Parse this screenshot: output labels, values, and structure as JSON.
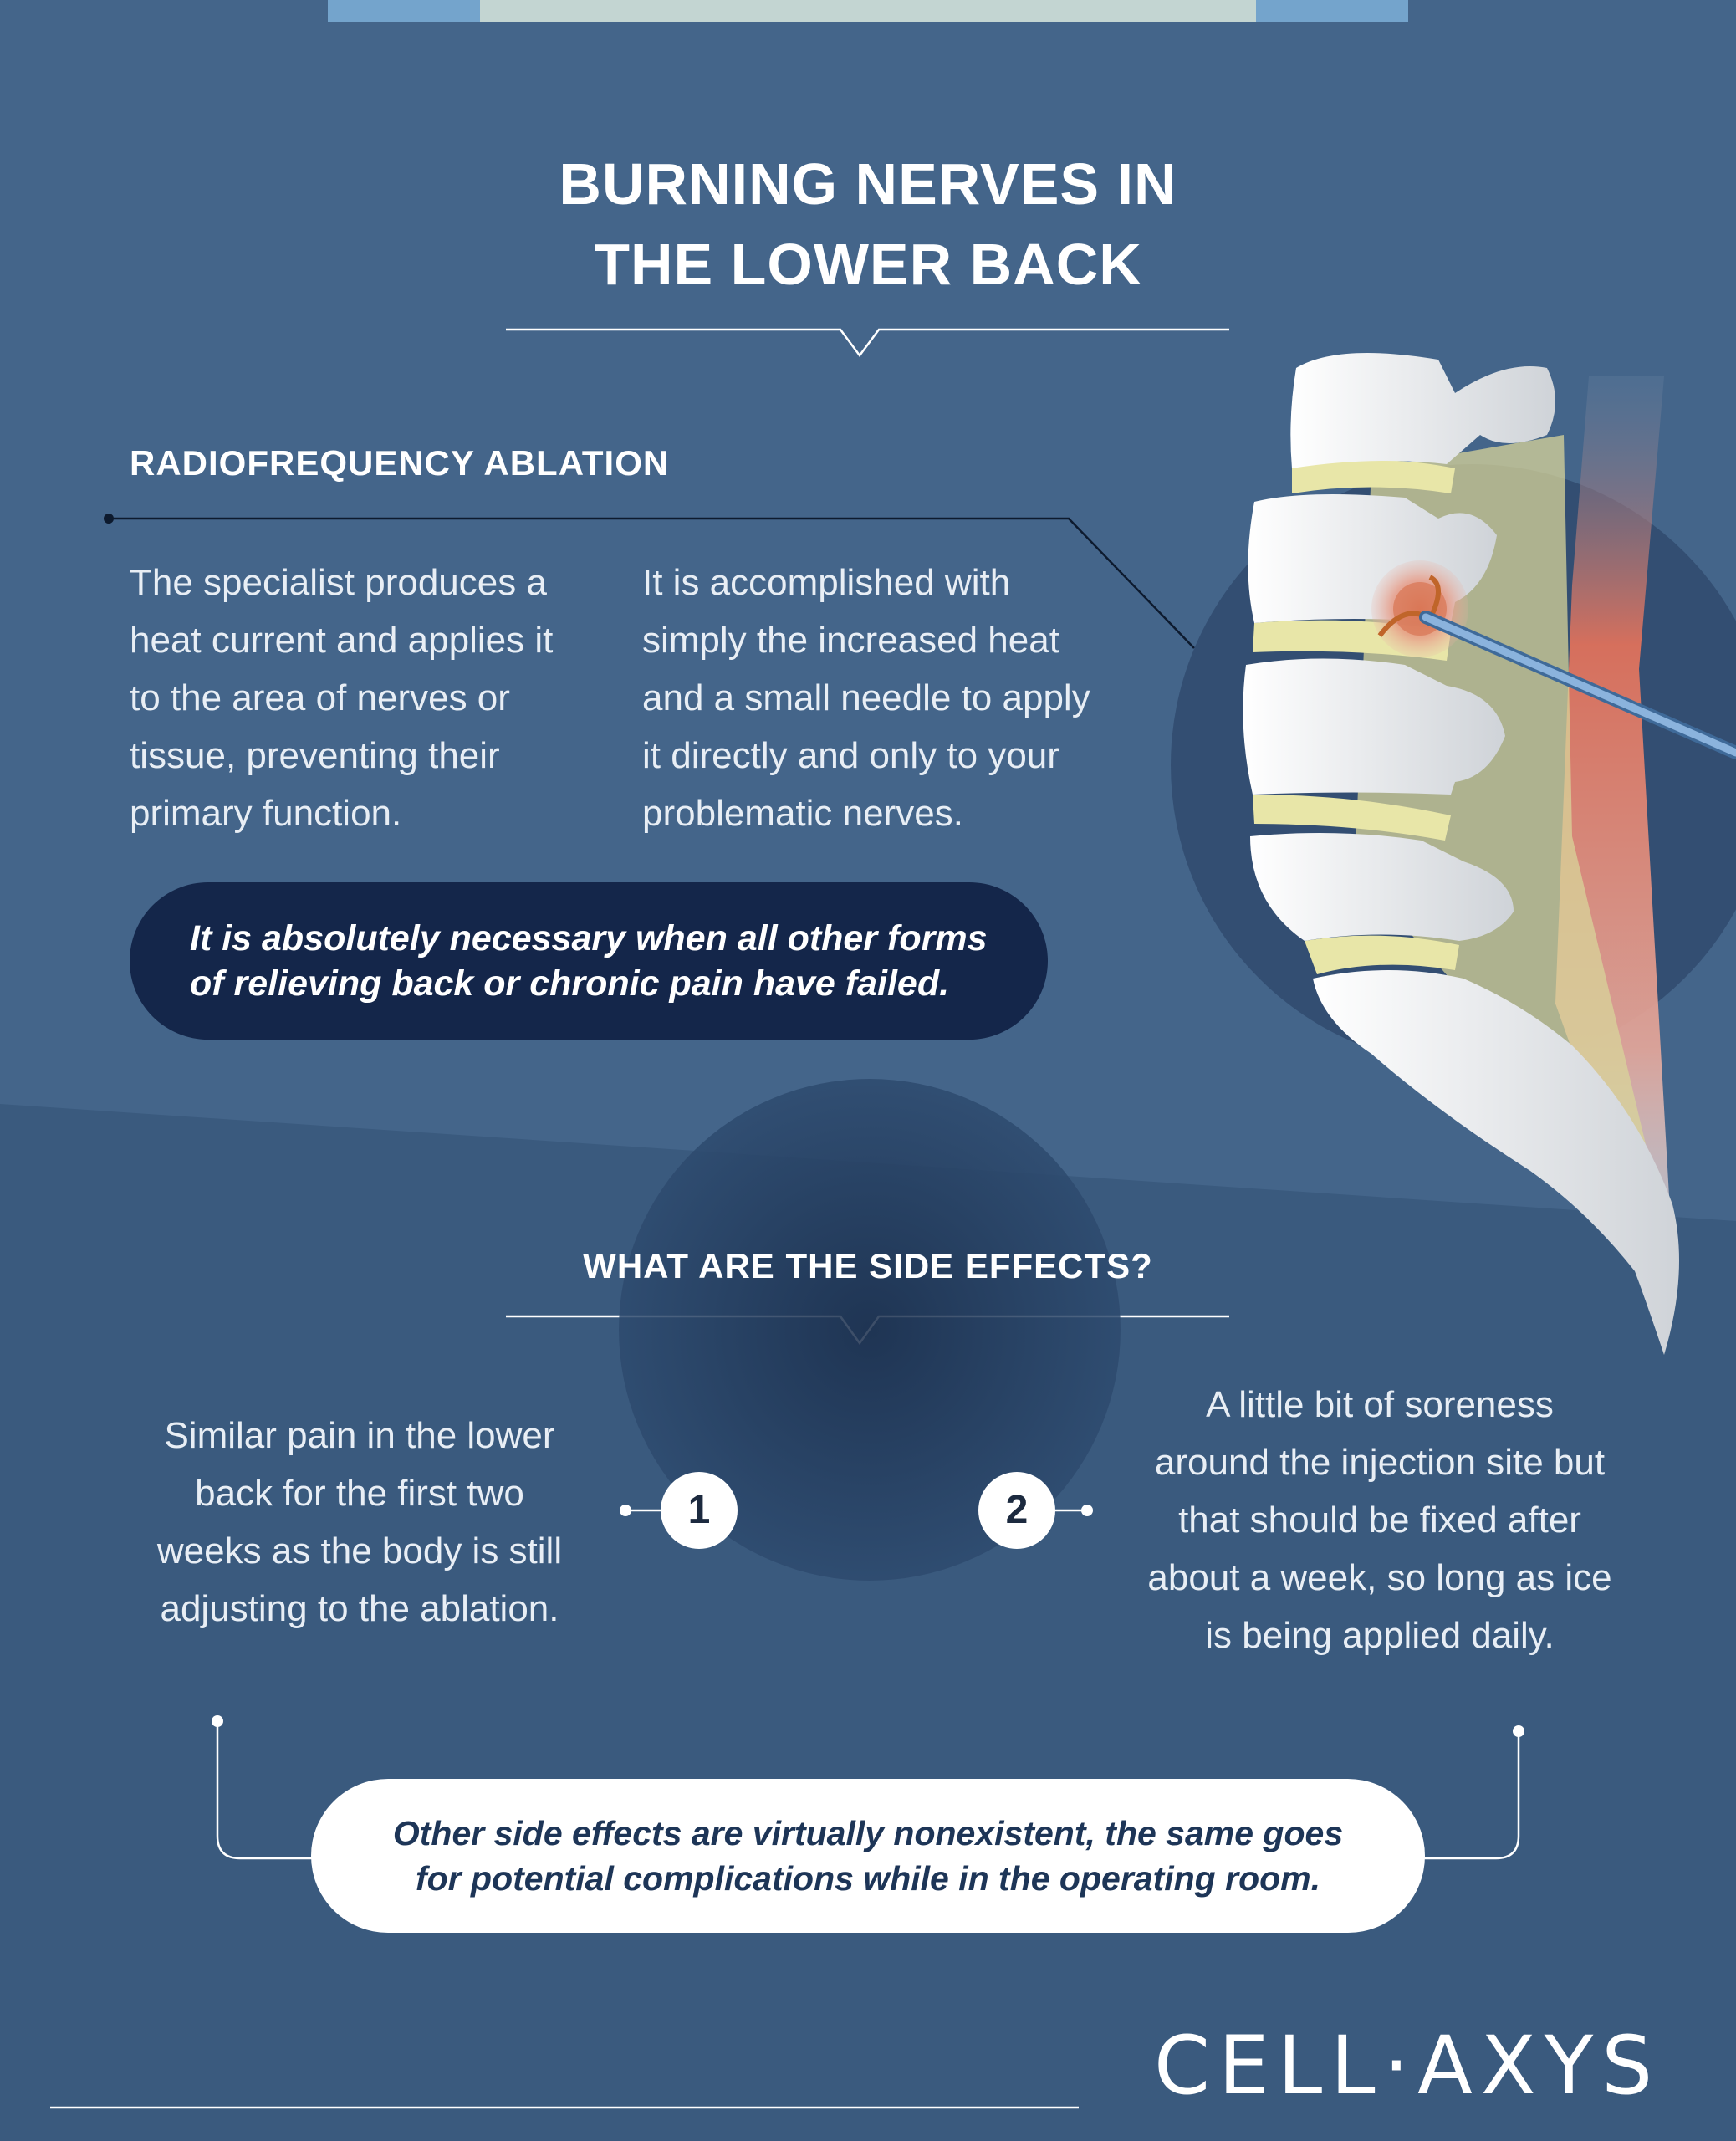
{
  "title": {
    "line1": "BURNING NERVES IN",
    "line2": "THE LOWER BACK"
  },
  "rfa": {
    "heading": "RADIOFREQUENCY ABLATION",
    "left_text": [
      "The specialist produces a",
      "heat current and applies it",
      "to the area of nerves or",
      "tissue, preventing their",
      "primary function."
    ],
    "right_text": [
      "It is accomplished with",
      "simply the increased heat",
      "and a small needle to apply",
      "it directly and only to your",
      "problematic nerves."
    ],
    "callout": [
      "It is absolutely necessary when all other forms",
      "of relieving back or chronic pain have failed."
    ]
  },
  "side_effects": {
    "heading": "WHAT ARE THE SIDE EFFECTS?",
    "item1": {
      "number": "1",
      "text": [
        "Similar pain in the lower",
        "back for the first two",
        "weeks as the body is still",
        "adjusting to the ablation."
      ]
    },
    "item2": {
      "number": "2",
      "text": [
        "A little bit of soreness",
        "around the injection site but",
        "that should be fixed after",
        "about a week, so long as ice",
        "is being applied daily."
      ]
    },
    "callout": [
      "Other side effects are virtually nonexistent, the same goes",
      "for potential complications while in the operating room."
    ]
  },
  "brand": {
    "logo_text": "CELL·AXYS"
  },
  "colors": {
    "background": "#3a5a7e",
    "dark_pill": "#14264a",
    "spine_bone": "#f2f2f2",
    "disc": "#e8e6a8",
    "nerve": "#e8735a",
    "needle": "#7fa7d6"
  },
  "icons": {
    "illustration": "lumbar-spine-illustration"
  }
}
